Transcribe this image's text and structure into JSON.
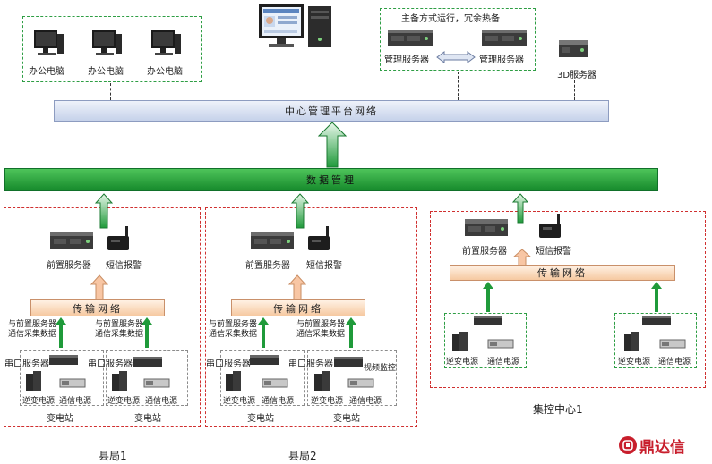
{
  "top": {
    "office_pc_label": "办公电脑",
    "standby_note": "主备方式运行，冗余热备",
    "mgmt_server_label": "管理服务器",
    "server_3d_label": "3D服务器"
  },
  "bars": {
    "central_platform": "中心管理平台网络",
    "data_management": "数据管理",
    "transport": "传输网络"
  },
  "county": {
    "frontend_server": "前置服务器",
    "sms_alarm": "短信报警",
    "collect_note_a": "与前置服务器",
    "collect_note_b": "通信采集数据",
    "serial_server": "串口服务器",
    "inverter_power": "逆变电源",
    "comm_power": "通信电源",
    "substation": "变电站",
    "video_monitor": "视频监控",
    "county1_title": "县局1",
    "county2_title": "县局2"
  },
  "center": {
    "title": "集控中心1"
  },
  "brand": {
    "name": "鼎达信",
    "color": "#c81e2c"
  },
  "colors": {
    "green_line": "#2e9e44",
    "red_line": "#d03030",
    "green_arrow": "#1f9a3a",
    "orange_arrow": "#f4a97a"
  }
}
